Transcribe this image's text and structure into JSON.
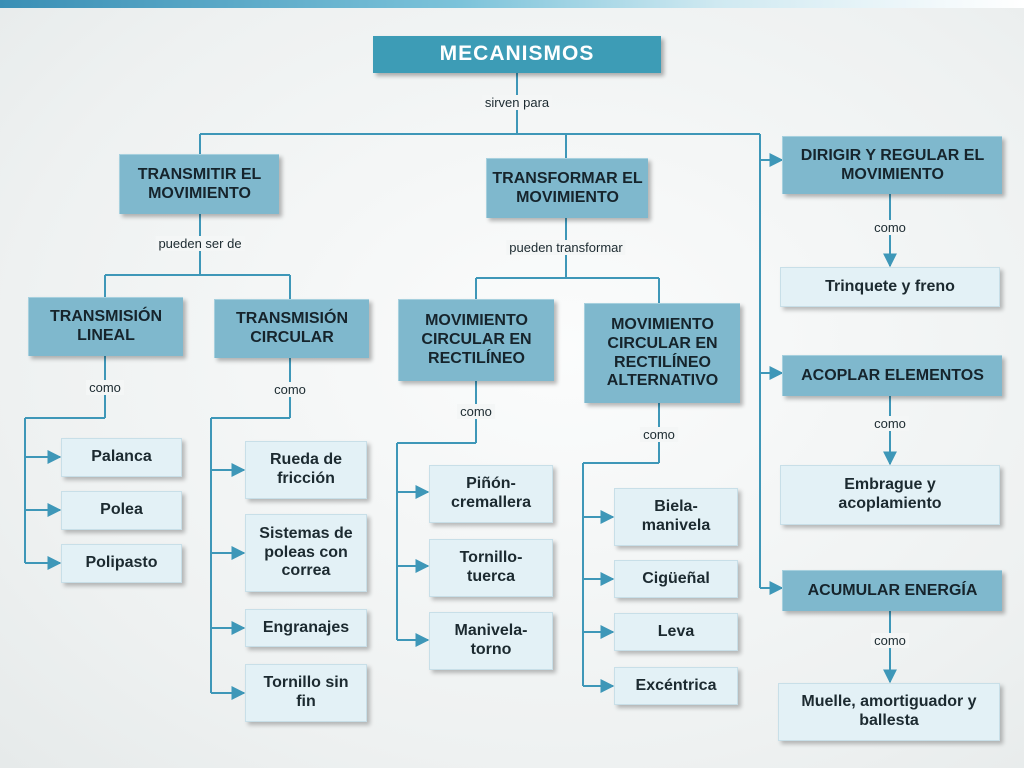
{
  "title": "MECANISMOS",
  "labels": {
    "sirven_para": "sirven para",
    "pueden_ser_de": "pueden ser de",
    "pueden_transformar": "pueden transformar",
    "como": "como"
  },
  "categories": {
    "transmitir": "TRANSMITIR EL MOVIMIENTO",
    "transformar": "TRANSFORMAR EL MOVIMIENTO",
    "dirigir": "DIRIGIR Y REGULAR EL MOVIMIENTO",
    "acoplar": "ACOPLAR ELEMENTOS",
    "acumular": "ACUMULAR ENERGÍA"
  },
  "subcategories": {
    "lineal": "TRANSMISIÓN LINEAL",
    "circular": "TRANSMISIÓN CIRCULAR",
    "circ_rect": "MOVIMIENTO CIRCULAR EN RECTILÍNEO",
    "circ_rect_alt": "MOVIMIENTO CIRCULAR EN RECTILÍNEO ALTERNATIVO"
  },
  "examples": {
    "lineal": [
      "Palanca",
      "Polea",
      "Polipasto"
    ],
    "circular": [
      "Rueda de fricción",
      "Sistemas de poleas con correa",
      "Engranajes",
      "Tornillo sin fin"
    ],
    "circ_rect": [
      "Piñón-cremallera",
      "Tornillo-tuerca",
      "Manivela-torno"
    ],
    "circ_rect_alt": [
      "Biela-manivela",
      "Cigüeñal",
      "Leva",
      "Excéntrica"
    ],
    "dirigir": "Trinquete y freno",
    "acoplar": "Embrague y acoplamiento",
    "acumular": "Muelle, amortiguador y ballesta"
  },
  "colors": {
    "title_bg": "#3d9cb6",
    "category_bg": "#7fb8cd",
    "example_bg": "#e3f1f6",
    "connector": "#3e97b8"
  }
}
